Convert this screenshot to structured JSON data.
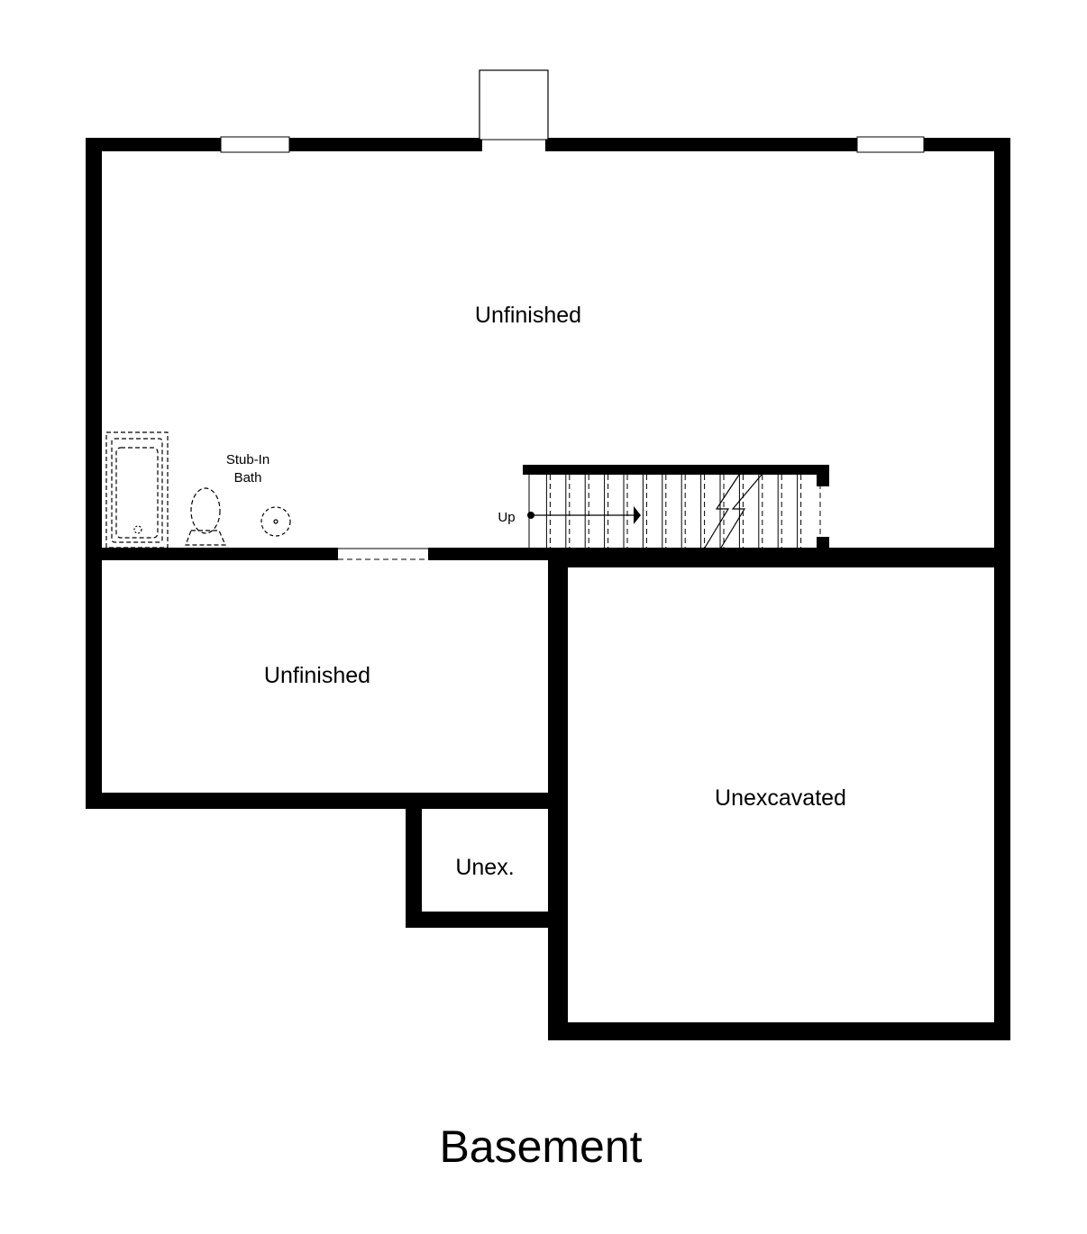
{
  "title": "Basement",
  "rooms": {
    "upper": "Unfinished",
    "lower_left": "Unfinished",
    "right": "Unexcavated",
    "small": "Unex."
  },
  "bath": {
    "line1": "Stub-In",
    "line2": "Bath"
  },
  "stairs": {
    "label": "Up",
    "tread_count": 15
  },
  "colors": {
    "wall": "#000000",
    "background": "#ffffff"
  }
}
